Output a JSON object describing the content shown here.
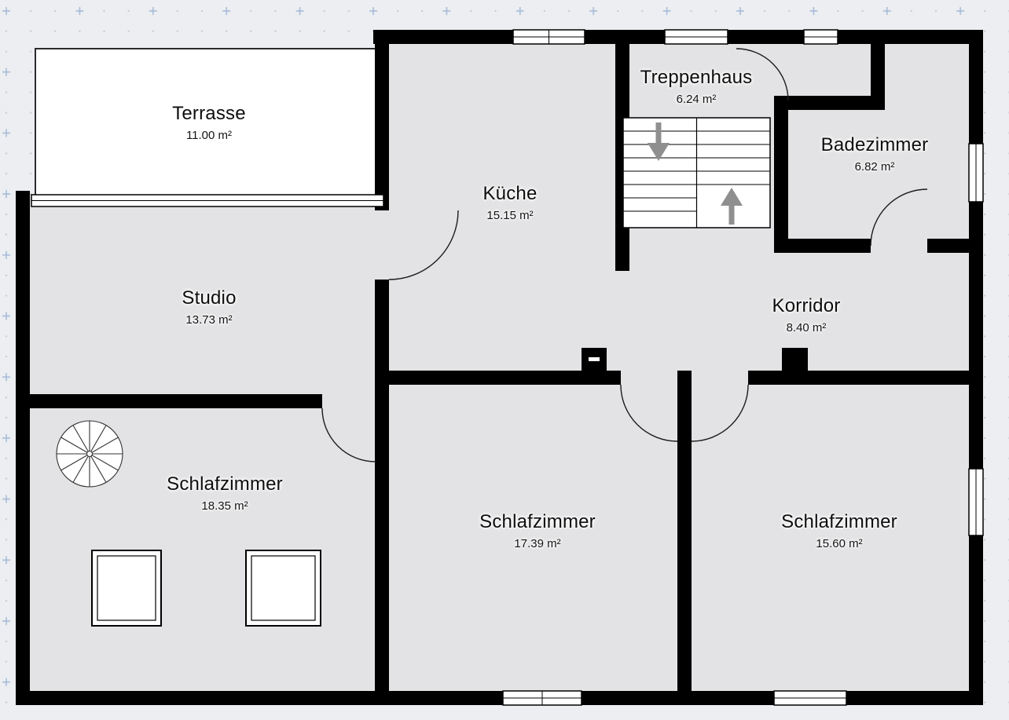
{
  "palette": {
    "background": "#eceef1",
    "grid_dot": "#c6ccd5",
    "grid_plus": "#a8bcd9",
    "wall": "#000000",
    "room_fill": "#e3e3e5",
    "terrace_fill": "#ffffff",
    "stairs_arrow": "#8f8f8f"
  },
  "rooms": [
    {
      "id": "terrasse",
      "name": "Terrasse",
      "area": "11.00 m²"
    },
    {
      "id": "kueche",
      "name": "Küche",
      "area": "15.15 m²"
    },
    {
      "id": "treppenhaus",
      "name": "Treppenhaus",
      "area": "6.24 m²"
    },
    {
      "id": "badezimmer",
      "name": "Badezimmer",
      "area": "6.82 m²"
    },
    {
      "id": "studio",
      "name": "Studio",
      "area": "13.73 m²"
    },
    {
      "id": "korridor",
      "name": "Korridor",
      "area": "8.40 m²"
    },
    {
      "id": "schlafzimmer-1",
      "name": "Schlafzimmer",
      "area": "18.35 m²"
    },
    {
      "id": "schlafzimmer-2",
      "name": "Schlafzimmer",
      "area": "17.39 m²"
    },
    {
      "id": "schlafzimmer-3",
      "name": "Schlafzimmer",
      "area": "15.60 m²"
    }
  ]
}
